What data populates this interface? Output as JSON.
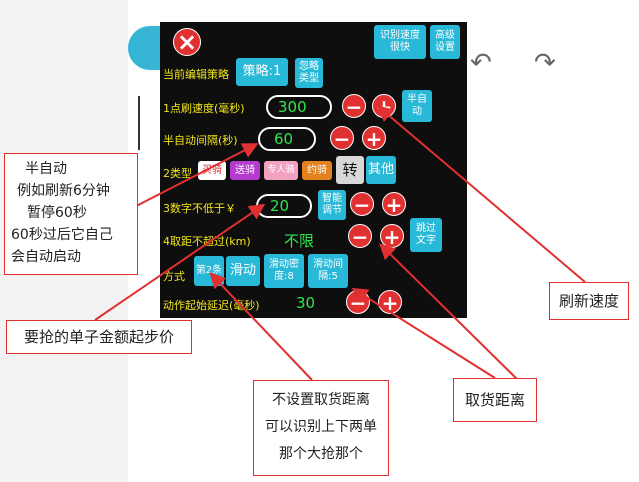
{
  "background_app": {
    "undo_glyph": "↶",
    "redo_glyph": "↷"
  },
  "panel": {
    "close_glyph": "×",
    "recognize_speed_button": "识别速度很快",
    "advanced_settings_button": "高级设置",
    "current_strategy_label": "当前编辑策略",
    "strategy_button": "策略:1",
    "ignore_type_button": "忽略类型",
    "refresh_speed_label": "1点刷速度(毫秒)",
    "refresh_speed_value": "300",
    "semi_auto_button": "半自动",
    "semi_auto_interval_label": "半自动间隔(秒)",
    "semi_auto_interval_value": "60",
    "type_label": "2类型",
    "type_chips": [
      "买骑",
      "送骑",
      "专人骑",
      "约骑"
    ],
    "transfer_button": "转",
    "other_button": "其他",
    "min_amount_label": "3数字不低于￥",
    "smart_adjust_button": "智能调节",
    "min_amount_value": "20",
    "pickup_distance_label": "4取距不超过(km)",
    "pickup_distance_value": "不限",
    "skip_text_button": "跳过文字",
    "mode_label": "方式",
    "mode_options": [
      "第2条",
      "滑动",
      "滑动密度:8",
      "滑动间隔:5"
    ],
    "action_delay_label": "动作起始延迟(毫秒)",
    "action_delay_value": "30",
    "minus_glyph": "−",
    "plus_glyph": "+"
  },
  "annotations": {
    "semi_auto_note": [
      "半自动",
      "例如刷新6分钟",
      "暂停60秒",
      "60秒过后它自己",
      "会自动启动"
    ],
    "min_price_note": "要抢的单子金额起步价",
    "refresh_speed_note": "刷新速度",
    "pickup_distance_note": "取货距离",
    "no_distance_note": [
      "不设置取货距离",
      "可以识别上下两单",
      "那个大抢那个"
    ]
  },
  "colors": {
    "panel_bg": "#0e0e0e",
    "label_yellow": "#f2e51c",
    "value_green": "#2fe64b",
    "button_cyan": "#28b8d8",
    "button_red": "#e03030",
    "annotation_red": "#e03030"
  }
}
